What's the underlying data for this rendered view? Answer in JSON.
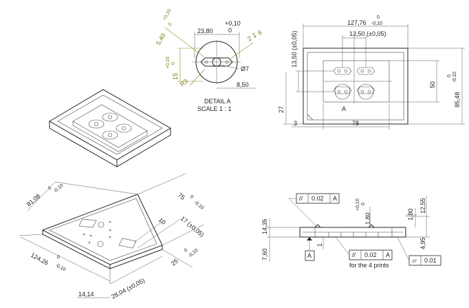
{
  "detail": {
    "title": "DETAIL A",
    "scale": "SCALE 1 : 1",
    "dim_23_80": "23,80",
    "tol_23_upper": "+0,10",
    "tol_23_lower": "0",
    "dim_8_50": "8,50",
    "dim_diam7": "Ø7",
    "dim_depth": "2 ↧ 6",
    "dim_R3": "R3",
    "dim_5_40": "5,40",
    "tol_5_upper": "+0,10",
    "tol_5_lower": "0",
    "dim_15": "15",
    "tol_15_upper": "+0,10",
    "tol_15_lower": "0"
  },
  "top_view": {
    "dim_127": "127,76",
    "tol_127_upper": "0",
    "tol_127_lower": "-0,10",
    "dim_13_50_h": "13,50 (±0,05)",
    "dim_13_50_v": "13,50 (±0,05)",
    "dim_50": "50",
    "dim_85": "85,48",
    "tol_85_upper": "0",
    "tol_85_lower": "-0,10",
    "dim_27": "27",
    "dim_3": "3",
    "dim_78": "78",
    "label_A": "A"
  },
  "iso_view": {
    "dim_81": "81,08",
    "tol_81_upper": "0",
    "tol_81_lower": "-0,10",
    "dim_75": "75",
    "tol_75_upper": "0",
    "tol_75_lower": "-0,10",
    "dim_10": "10",
    "dim_17": "17 (±0,05)",
    "dim_25": "25",
    "tol_25_upper": "0",
    "tol_25_lower": "-0,10",
    "dim_124": "124,26",
    "tol_124_upper": "0",
    "tol_124_lower": "-0,10",
    "dim_14": "14,14",
    "dim_28": "28,04 (±0,05)"
  },
  "side_view": {
    "fcf1_sym": "//",
    "fcf1_val": "0.02",
    "fcf1_ref": "A",
    "fcf2_sym": "//",
    "fcf2_val": "0.02",
    "fcf2_ref": "A",
    "fcf2_note": "for the 4 prints",
    "fcf3_sym": "▱",
    "fcf3_val": "0.01",
    "dim_1_80_a": "1,80",
    "dim_1_80_b": "1,80",
    "tol_180_upper": "+0,10",
    "tol_180_lower": "0",
    "dim_12_55": "12,55",
    "dim_4_95": "4,95",
    "dim_14_35": "14,35",
    "dim_7_60": "7,60",
    "dim_1": "1",
    "datum_A": "A"
  }
}
